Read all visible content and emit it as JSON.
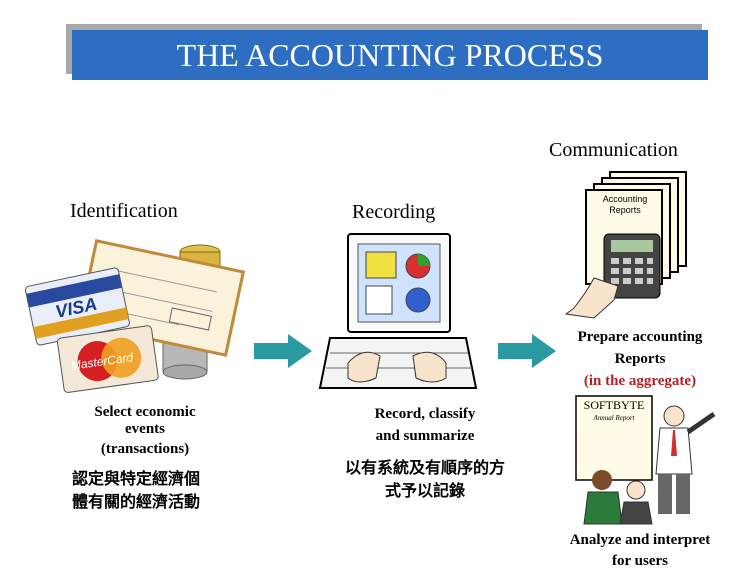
{
  "title": "THE ACCOUNTING PROCESS",
  "stages": {
    "identification": {
      "label": "Identification",
      "caption_line1": "Select economic",
      "caption_line2": "events",
      "caption_line3": "(transactions)",
      "zh_line1": "認定與特定經濟個",
      "zh_line2": "體有關的經濟活動",
      "visa": "VISA",
      "mastercard": "MasterCard"
    },
    "recording": {
      "label": "Recording",
      "caption_line1": "Record, classify",
      "caption_line2": "and summarize",
      "zh_line1": "以有系統及有順序的方",
      "zh_line2": "式予以記錄"
    },
    "communication": {
      "label": "Communication",
      "doc_line1": "Accounting",
      "doc_line2": "Reports",
      "prepare_line1": "Prepare accounting",
      "prepare_line2": "Reports",
      "prepare_line3": "(in the aggregate)",
      "board_title": "SOFTBYTE",
      "board_subtitle": "Annual Report",
      "analyze_line1": "Analyze and interpret",
      "analyze_line2": "for users"
    }
  },
  "colors": {
    "title_bg": "#2e6ec2",
    "arrow": "#2a9aa0",
    "highlight_red": "#b22222"
  }
}
